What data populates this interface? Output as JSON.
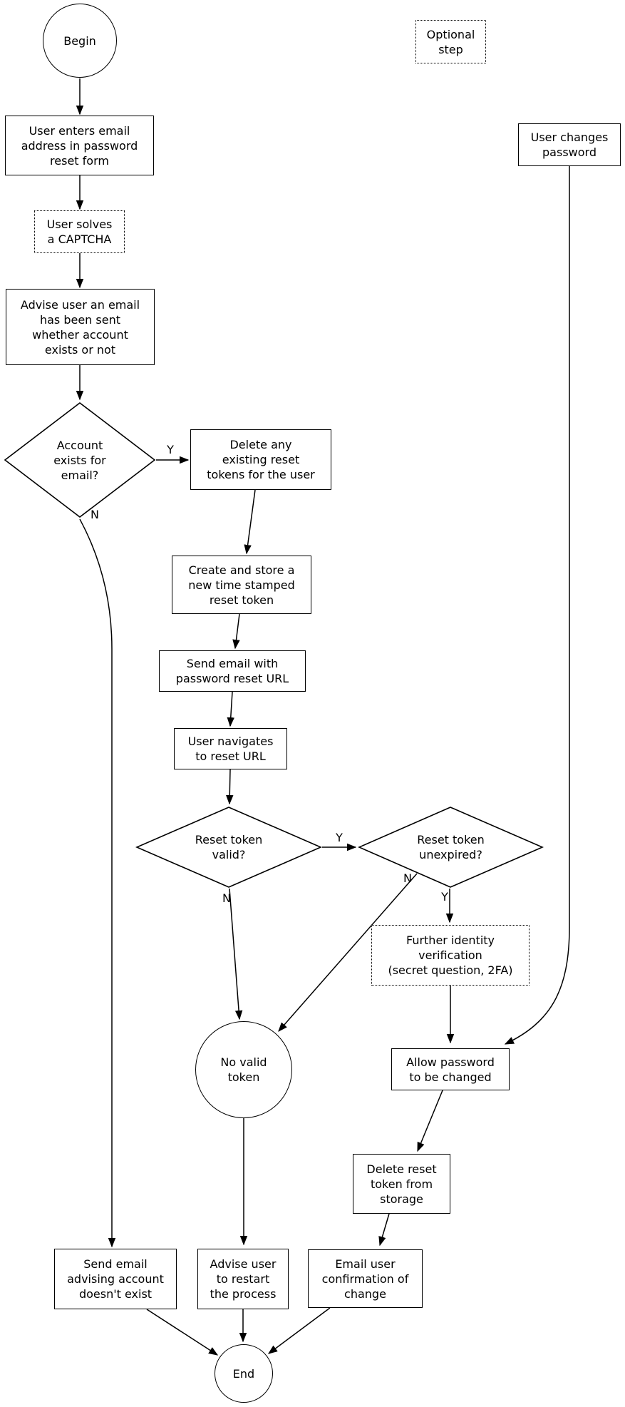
{
  "colors": {
    "stroke": "#000000",
    "background": "#ffffff"
  },
  "nodes": {
    "begin": {
      "label": "Begin"
    },
    "enter_email": {
      "label": "User enters email\naddress in password\nreset form"
    },
    "captcha": {
      "label": "User solves\na CAPTCHA"
    },
    "advise_sent": {
      "label": "Advise user an email\nhas been sent\nwhether account\nexists or not"
    },
    "account_exists": {
      "label": "Account\nexists for\nemail?"
    },
    "delete_existing_tokens": {
      "label": "Delete any\nexisting reset\ntokens for the user"
    },
    "create_token": {
      "label": "Create and store a\nnew time stamped\nreset token"
    },
    "send_reset_email": {
      "label": "Send email with\npassword reset URL"
    },
    "navigate_url": {
      "label": "User navigates\nto reset URL"
    },
    "token_valid": {
      "label": "Reset token\nvalid?"
    },
    "token_unexpired": {
      "label": "Reset token\nunexpired?"
    },
    "further_verification": {
      "label": "Further identity\nverification\n(secret question, 2FA)"
    },
    "no_valid_token": {
      "label": "No valid\ntoken"
    },
    "allow_change": {
      "label": "Allow password\nto be changed"
    },
    "delete_from_storage": {
      "label": "Delete reset\ntoken from\nstorage"
    },
    "optional_step_legend": {
      "label": "Optional\nstep"
    },
    "user_changes_password": {
      "label": "User changes\npassword"
    },
    "send_no_account_email": {
      "label": "Send email\nadvising account\ndoesn't exist"
    },
    "advise_restart": {
      "label": "Advise user\nto restart\nthe process"
    },
    "email_confirmation": {
      "label": "Email user\nconfirmation of\nchange"
    },
    "end": {
      "label": "End"
    }
  },
  "edge_labels": {
    "account_yes": "Y",
    "account_no": "N",
    "valid_yes": "Y",
    "valid_no": "N",
    "unexpired_no": "N",
    "unexpired_yes": "Y"
  }
}
